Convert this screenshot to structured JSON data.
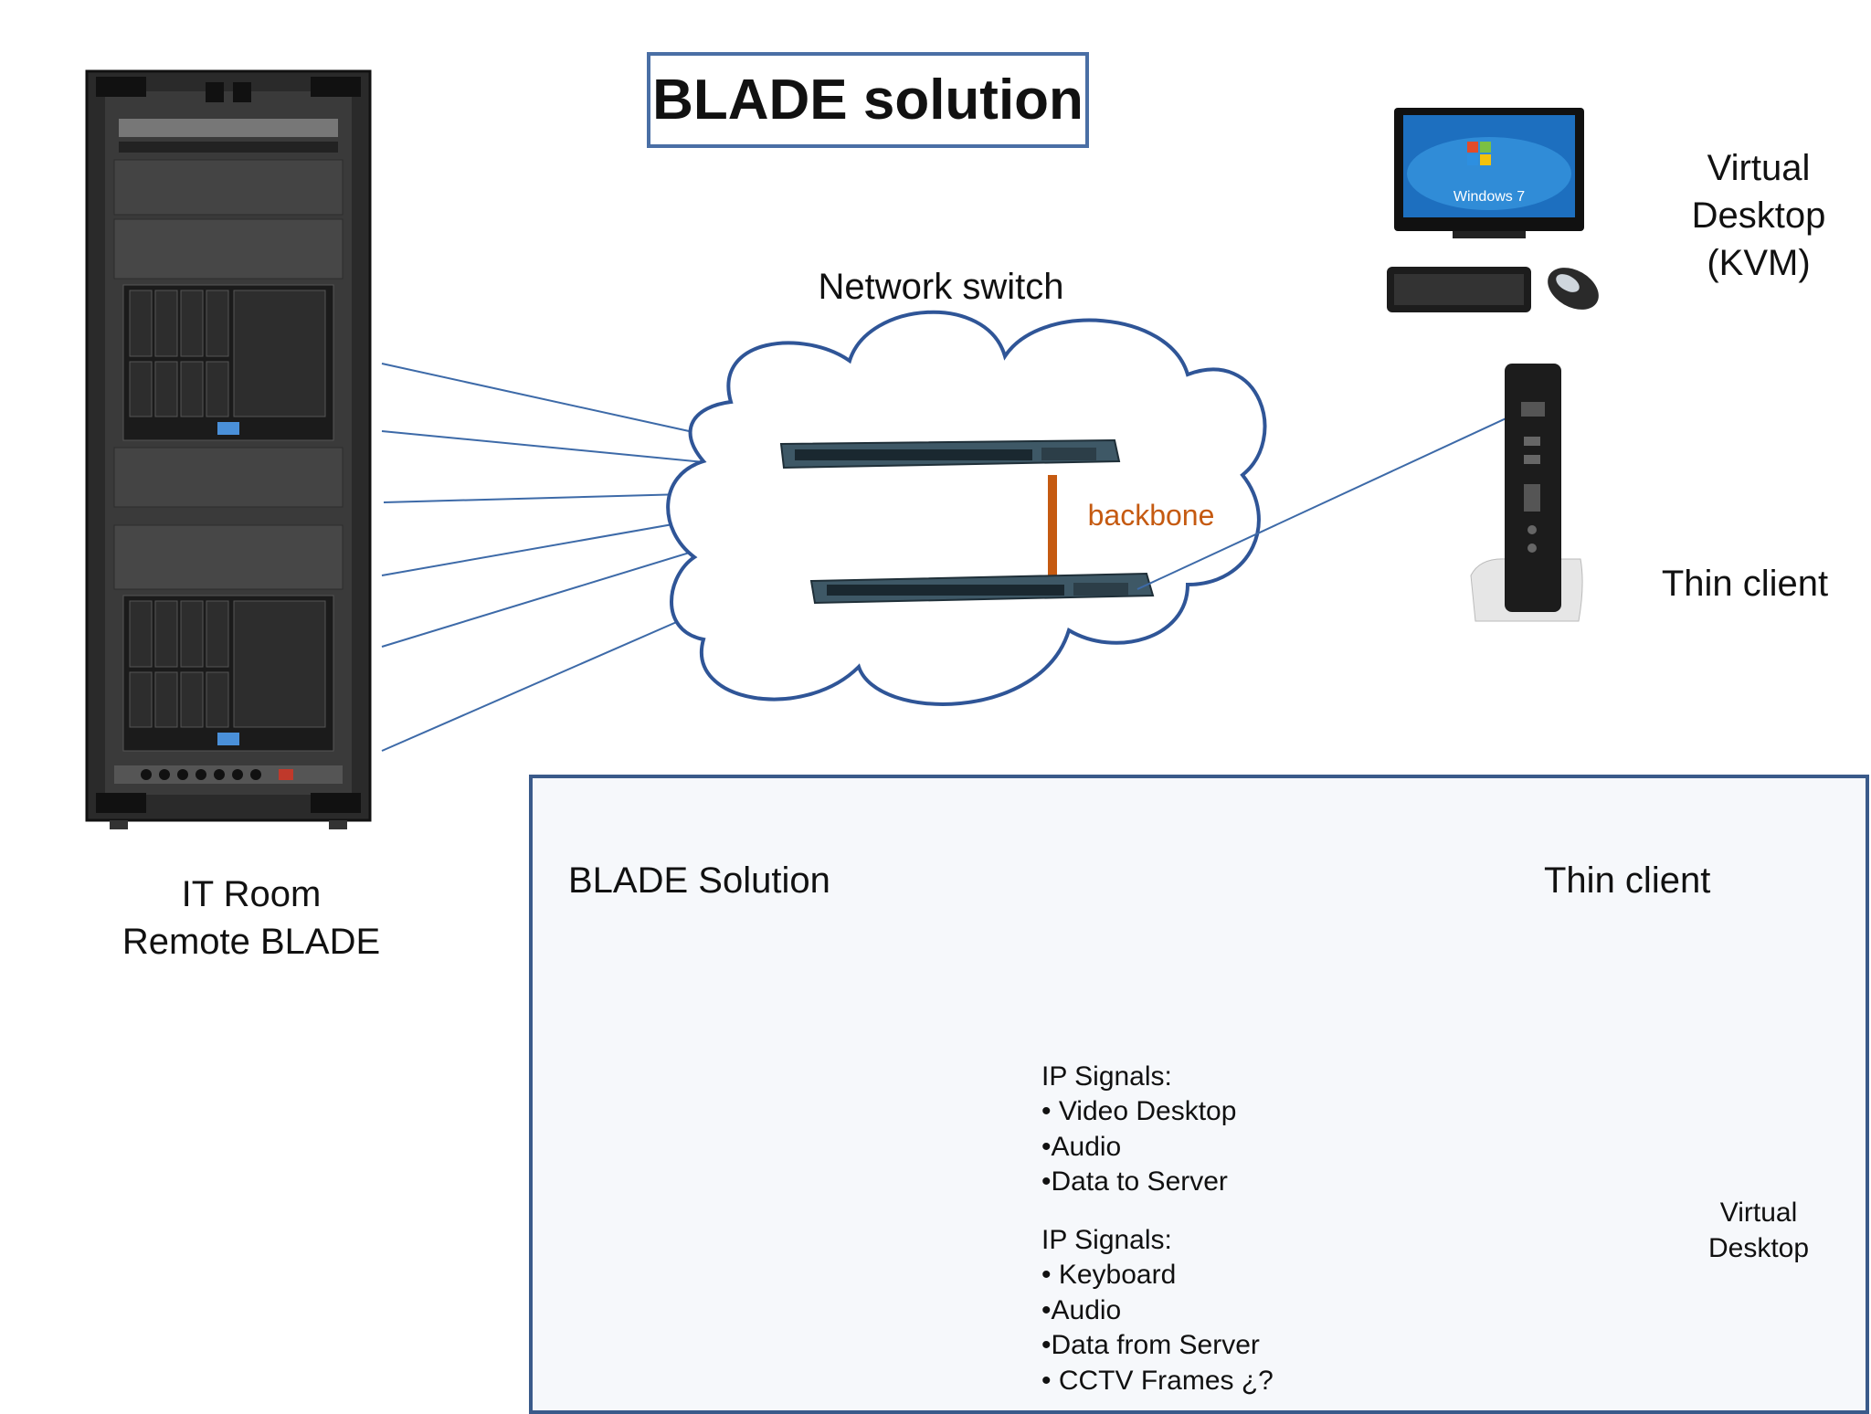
{
  "title": "BLADE solution",
  "labels": {
    "network_switch": "Network switch",
    "backbone": "backbone",
    "virtual_desktop_kvm": [
      "Virtual",
      "Desktop",
      "(KVM)"
    ],
    "thin_client_top": "Thin client",
    "it_room": [
      "IT Room",
      "Remote BLADE"
    ],
    "blade_solution": "BLADE Solution",
    "thin_client_bottom": "Thin client",
    "virtual_desktop_bottom": [
      "Virtual",
      "Desktop"
    ],
    "monitor_os_text": "Windows 7"
  },
  "signals_out": {
    "heading": "IP Signals:",
    "items": [
      "• Video Desktop",
      "•Audio",
      "•Data to Server"
    ]
  },
  "signals_in": {
    "heading": "IP Signals:",
    "items": [
      "• Keyboard",
      "•Audio",
      "•Data from Server",
      "• CCTV Frames ¿?"
    ]
  },
  "colors": {
    "title_border": "#4a6fa5",
    "cloud_stroke": "#2f5597",
    "backbone": "#c55a11",
    "arrow_fill": "#5b8bc9",
    "line": "#3d6aa8"
  }
}
